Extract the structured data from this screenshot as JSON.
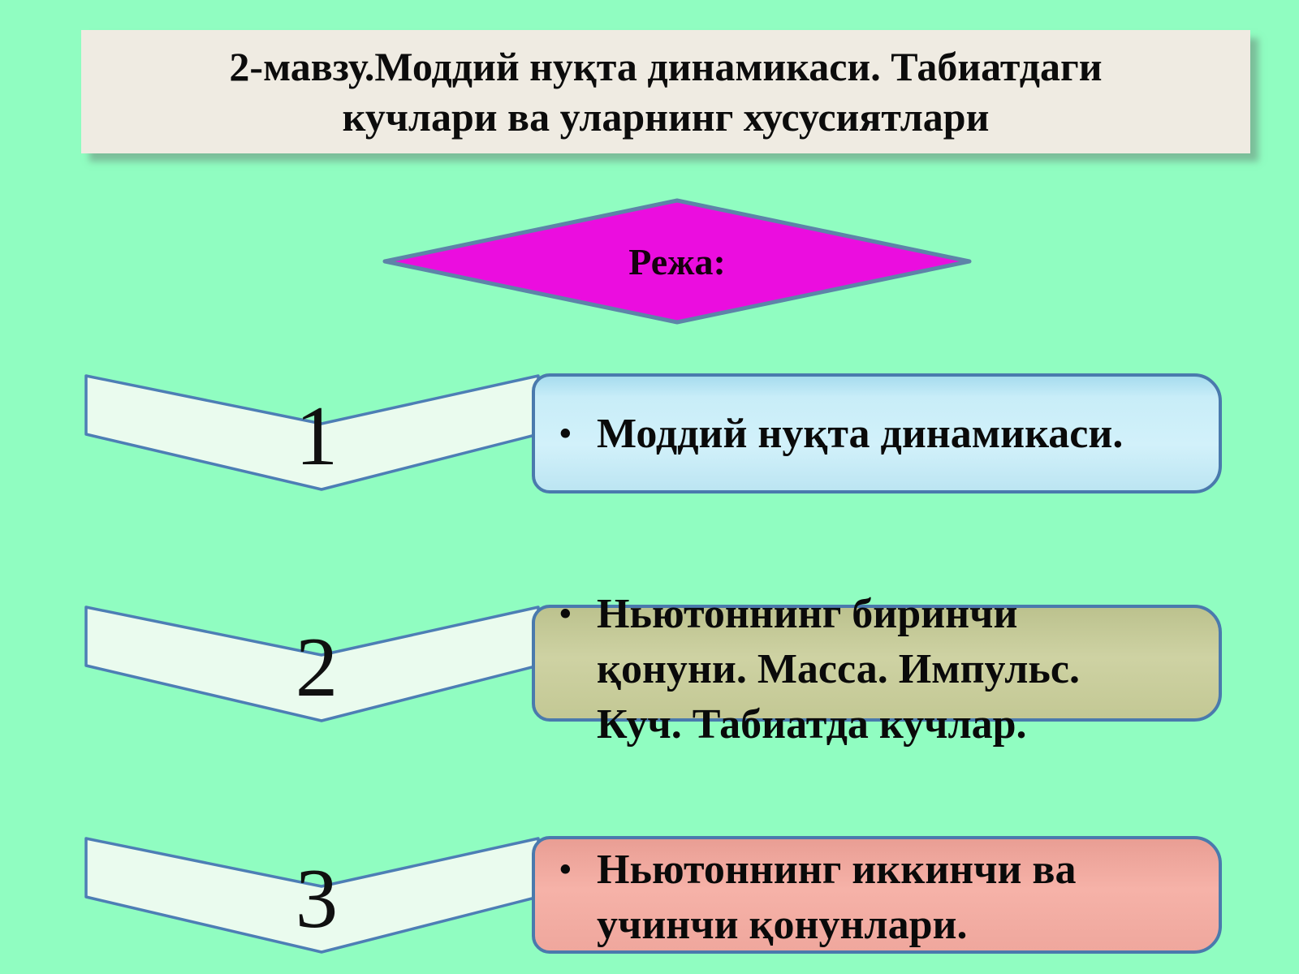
{
  "title": {
    "lines": [
      "2-мавзу.Моддий нуқта динамикаси. Табиатдаги",
      "кучлари ва уларнинг хусусиятлари"
    ]
  },
  "plan": {
    "label": "Режа:"
  },
  "ui": {
    "bullet_glyph": "•"
  },
  "items": [
    {
      "number": "1",
      "lines": [
        "Моддий нуқта динамикаси."
      ]
    },
    {
      "number": "2",
      "lines": [
        "Ньютоннинг биринчи",
        "қонуни. Масса. Импульс.",
        "Куч. Табиатда кучлар."
      ]
    },
    {
      "number": "3",
      "lines": [
        "Ньютоннинг иккинчи ва",
        "учинчи қонунлари."
      ]
    }
  ],
  "colors": {
    "background": "#90fdc1",
    "title_box": "#efebe2",
    "diamond_fill": "#eb0ddf",
    "diamond_border": "#5d84a8",
    "chevron_fill": "#eafbee",
    "shape_border": "#4a7aad",
    "box1_fill": "#c8edf8",
    "box2_fill": "#ced2a3",
    "box3_fill": "#f6b2a8",
    "text": "#0a0a0a"
  }
}
